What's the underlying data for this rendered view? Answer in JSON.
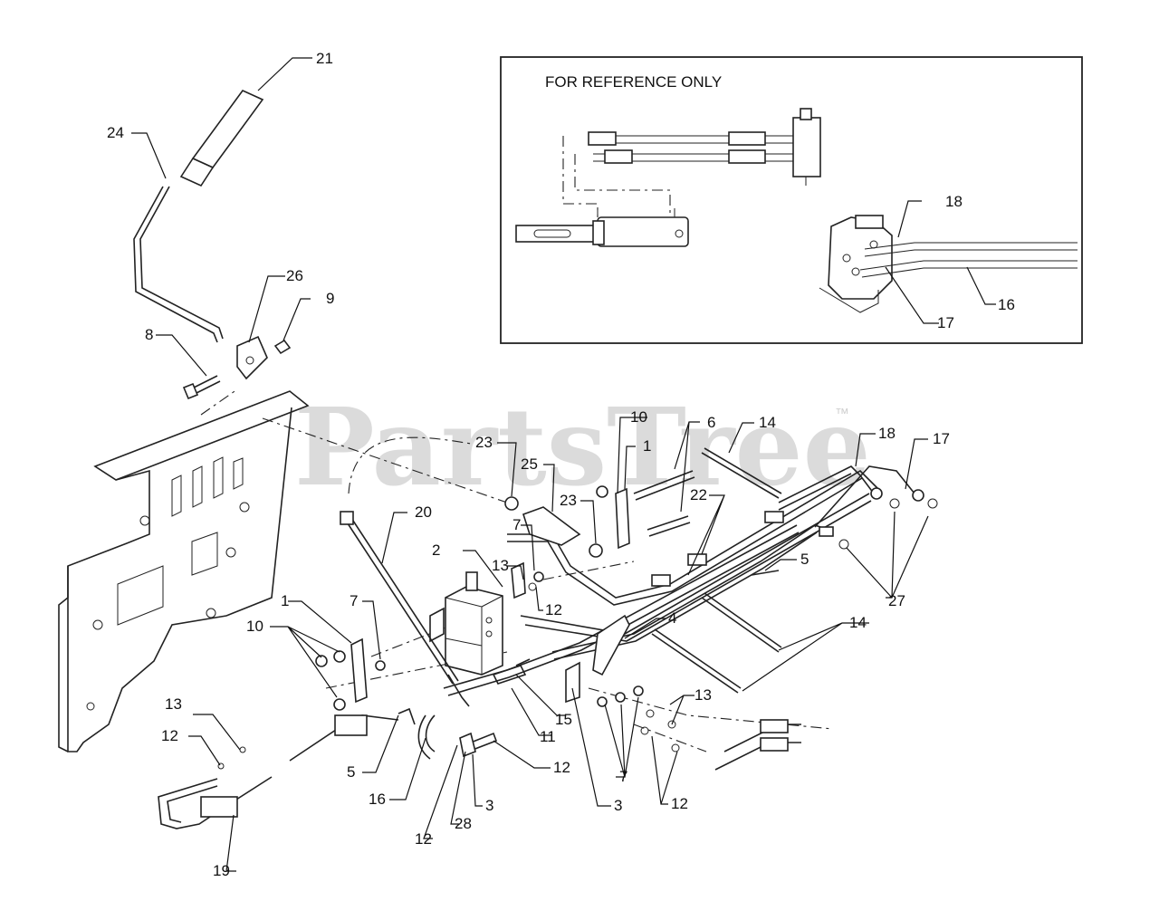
{
  "reference_box": {
    "title": "FOR REFERENCE ONLY"
  },
  "watermark": {
    "text": "PartsTree",
    "trademark": "™"
  },
  "callouts": {
    "c1a": "1",
    "c1b": "1",
    "c2": "2",
    "c3a": "3",
    "c3b": "3",
    "c4": "4",
    "c5a": "5",
    "c5b": "5",
    "c6": "6",
    "c7a": "7",
    "c7b": "7",
    "c7c": "7",
    "c8": "8",
    "c9": "9",
    "c10a": "10",
    "c10b": "10",
    "c11": "11",
    "c12a": "12",
    "c12b": "12",
    "c12c": "12",
    "c12d": "12",
    "c12e": "12",
    "c13a": "13",
    "c13b": "13",
    "c13c": "13",
    "c14a": "14",
    "c14b": "14",
    "c15": "15",
    "c16a": "16",
    "c16b": "16",
    "c17a": "17",
    "c17b": "17",
    "c18a": "18",
    "c18b": "18",
    "c19": "19",
    "c20": "20",
    "c21": "21",
    "c22": "22",
    "c23a": "23",
    "c23b": "23",
    "c24": "24",
    "c25": "25",
    "c26": "26",
    "c27": "27",
    "c28": "28"
  },
  "colors": {
    "line": "#222222",
    "background": "#ffffff",
    "watermark": "#cfcfcf"
  }
}
